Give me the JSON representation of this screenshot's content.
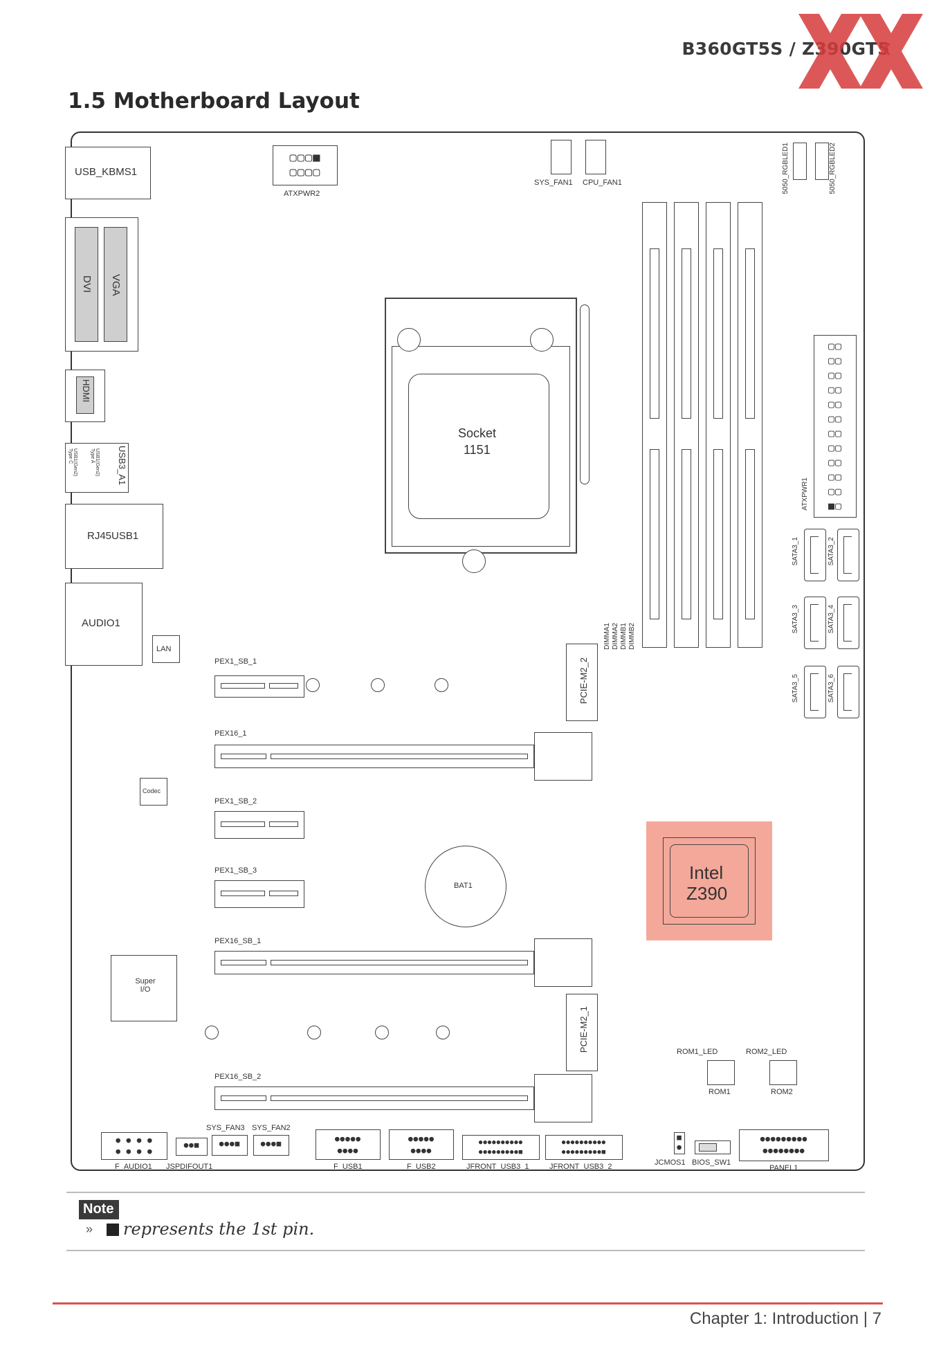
{
  "header": {
    "model": "B360GT5S / Z390GT5",
    "watermark": "XX"
  },
  "section": {
    "title": "1.5 Motherboard Layout"
  },
  "board": {
    "rear_io": {
      "usb_kbms": "USB_KBMS1",
      "dvi": "DVI",
      "vga": "VGA",
      "hdmi": "HDMI",
      "usb3": "USB3_A1",
      "usb3_sub": [
        "USB1(Gen2) Type C",
        "USB1(Gen2) Type A"
      ],
      "rj45": "RJ45USB1",
      "audio": "AUDIO1"
    },
    "lan": "LAN",
    "codec": "Codec",
    "super_io": "Super I/O",
    "atxpwr2": "ATXPWR2",
    "sys_fan1": "SYS_FAN1",
    "cpu_fan1": "CPU_FAN1",
    "rgb1": "5050_RGBLED1",
    "rgb2": "5050_RGBLED2",
    "socket_line1": "Socket",
    "socket_line2": "1151",
    "dimm_labels": [
      "DIMMA1",
      "DIMMA2",
      "DIMMB1",
      "DIMMB2"
    ],
    "atxpwr1": "ATXPWR1",
    "sata": [
      "SATA3_1",
      "SATA3_2",
      "SATA3_3",
      "SATA3_4",
      "SATA3_5",
      "SATA3_6"
    ],
    "pex1_sb_1": "PEX1_SB_1",
    "pcie_m2_2": "PCIE-M2_2",
    "pex16_1": "PEX16_1",
    "pex1_sb_2": "PEX1_SB_2",
    "pex1_sb_3": "PEX1_SB_3",
    "bat": "BAT1",
    "chipset_line1": "Intel",
    "chipset_line2": "Z390",
    "pex16_sb_1": "PEX16_SB_1",
    "pcie_m2_1": "PCIE-M2_1",
    "rom1_led": "ROM1_LED",
    "rom2_led": "ROM2_LED",
    "rom1": "ROM1",
    "rom2": "ROM2",
    "pex16_sb_2": "PEX16_SB_2",
    "bottom": {
      "f_audio": "F_AUDIO1",
      "jspdif": "JSPDIFOUT1",
      "sys_fan3": "SYS_FAN3",
      "sys_fan2": "SYS_FAN2",
      "f_usb1": "F_USB1",
      "f_usb2": "F_USB2",
      "jfront1": "JFRONT_USB3_1",
      "jfront2": "JFRONT_USB3_2",
      "jcmos": "JCMOS1",
      "bios_sw": "BIOS_SW1",
      "panel": "PANEL1"
    }
  },
  "note": {
    "badge": "Note",
    "bullet": "»",
    "text": "represents the 1st pin."
  },
  "footer": {
    "text": "Chapter 1: Introduction | 7"
  },
  "colors": {
    "chipset_highlight": "#f4a89a",
    "footer_rule": "#d9534f",
    "watermark": "#d63c3c"
  }
}
